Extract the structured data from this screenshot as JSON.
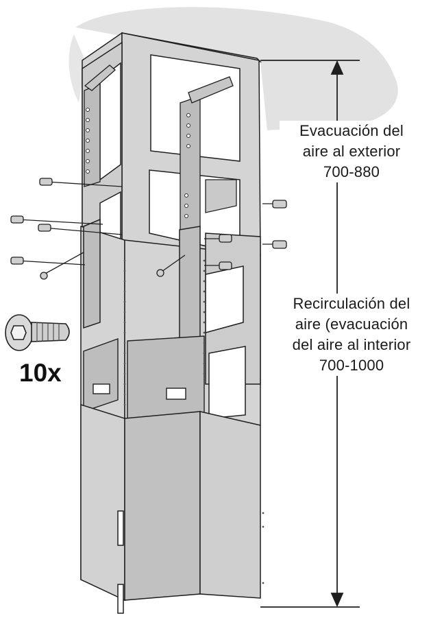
{
  "figure": {
    "screw_quantity": "10x",
    "exhaust_mode": {
      "lines": [
        "Evacuación del",
        "aire al exterior",
        "700-880"
      ]
    },
    "recirculation_mode": {
      "lines": [
        "Recirculación del",
        "aire (evacuación",
        "del aire al interior",
        "700-1000"
      ]
    }
  },
  "colors": {
    "panel": "#d4d4d4",
    "panel_dark": "#b3b3b3",
    "ceiling": "#e2e2e2",
    "line": "#1f1f1f"
  },
  "icons": [
    "screw-icon",
    "dimension-arrow-icon",
    "hole-icon"
  ]
}
